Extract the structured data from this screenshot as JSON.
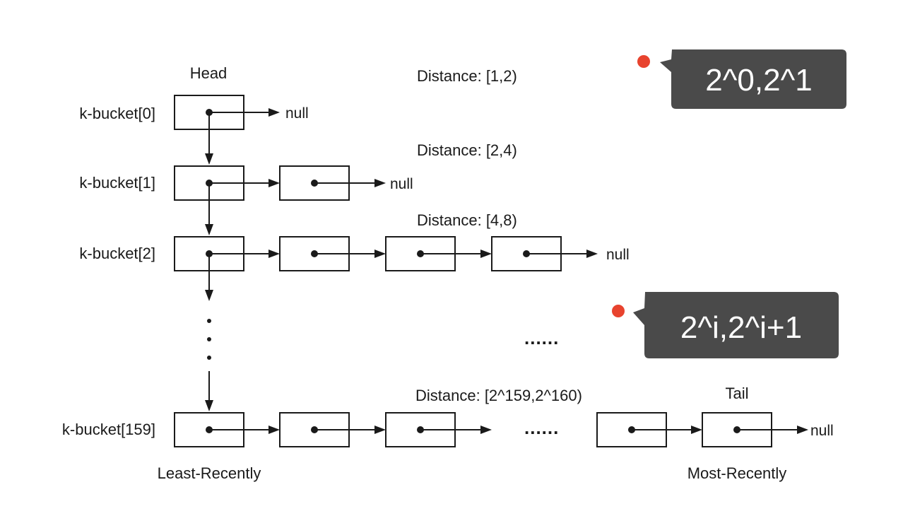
{
  "labels": {
    "head": "Head",
    "tail": "Tail",
    "least_recently": "Least-Recently",
    "most_recently": "Most-Recently",
    "null": "null",
    "ellipsis": "......"
  },
  "buckets": [
    {
      "name": "k-bucket[0]",
      "distance": "Distance: [1,2)"
    },
    {
      "name": "k-bucket[1]",
      "distance": "Distance: [2,4)"
    },
    {
      "name": "k-bucket[2]",
      "distance": "Distance: [4,8)"
    },
    {
      "name": "k-bucket[159]",
      "distance": "Distance: [2^159,2^160)"
    }
  ],
  "annotations": [
    {
      "text": "2^0,2^1",
      "marker_color": "#e8432e",
      "box_color": "#4a4a4a"
    },
    {
      "text": "2^i,2^i+1",
      "marker_color": "#e8432e",
      "box_color": "#4a4a4a"
    }
  ]
}
